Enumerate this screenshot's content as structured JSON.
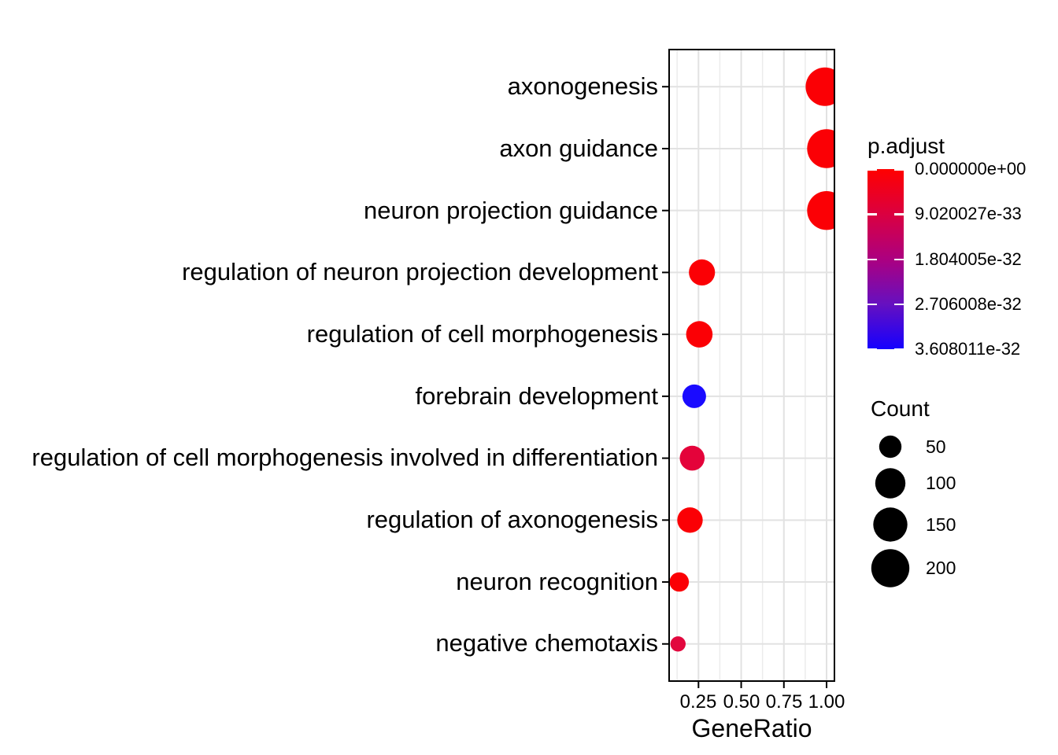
{
  "chart_data": {
    "type": "scatter",
    "subtype": "enrichment-dotplot",
    "title": "",
    "xlabel": "GeneRatio",
    "ylabel": "",
    "xlim": [
      0.078,
      1.046
    ],
    "x_ticks": [
      0.25,
      0.5,
      0.75,
      1.0
    ],
    "x_tick_labels": [
      "0.25",
      "0.50",
      "0.75",
      "1.00"
    ],
    "x_minor_ticks": [
      0.125,
      0.375,
      0.625,
      0.875
    ],
    "grid": "vertical major+minor, horizontal major; light gray on white; black panel border",
    "categories": [
      "axonogenesis",
      "axon guidance",
      "neuron projection guidance",
      "regulation of neuron projection development",
      "regulation of cell morphogenesis",
      "forebrain development",
      "regulation of cell morphogenesis involved in differentiation",
      "regulation of axonogenesis",
      "neuron recognition",
      "negative chemotaxis"
    ],
    "points": [
      {
        "label": "axonogenesis",
        "gene_ratio": 0.99,
        "count": 205,
        "p_adjust": 0,
        "color": "#FB0005",
        "radius_px": 24.5
      },
      {
        "label": "axon guidance",
        "gene_ratio": 1.0,
        "count": 205,
        "p_adjust": 0,
        "color": "#FB0005",
        "radius_px": 24.7
      },
      {
        "label": "neuron projection guidance",
        "gene_ratio": 1.0,
        "count": 205,
        "p_adjust": 0,
        "color": "#FB0005",
        "radius_px": 24.7
      },
      {
        "label": "regulation of neuron projection development",
        "gene_ratio": 0.27,
        "count": 77,
        "p_adjust": 0,
        "color": "#FB0005",
        "radius_px": 16.6
      },
      {
        "label": "regulation of cell morphogenesis",
        "gene_ratio": 0.255,
        "count": 79,
        "p_adjust": 0,
        "color": "#FB0005",
        "radius_px": 16.8
      },
      {
        "label": "forebrain development",
        "gene_ratio": 0.225,
        "count": 58,
        "p_adjust": 3.6e-32,
        "color": "#1A0BFF",
        "radius_px": 15.0
      },
      {
        "label": "regulation of cell morphogenesis involved in differentiation",
        "gene_ratio": 0.213,
        "count": 67,
        "p_adjust": 4.5e-33,
        "color": "#E4033A",
        "radius_px": 15.8
      },
      {
        "label": "regulation of axonogenesis",
        "gene_ratio": 0.2,
        "count": 71,
        "p_adjust": 0,
        "color": "#FB0005",
        "radius_px": 16.2
      },
      {
        "label": "neuron recognition",
        "gene_ratio": 0.137,
        "count": 33,
        "p_adjust": 0,
        "color": "#FB0005",
        "radius_px": 12.3
      },
      {
        "label": "negative chemotaxis",
        "gene_ratio": 0.13,
        "count": 15,
        "p_adjust": 4.5e-33,
        "color": "#E2083E",
        "radius_px": 9.7
      }
    ],
    "legend_p_adjust": {
      "title": "p.adjust",
      "tick_labels": [
        "0.000000e+00",
        "9.020027e-33",
        "1.804005e-32",
        "2.706008e-32",
        "3.608011e-32"
      ],
      "gradient": [
        "#FF0000",
        "#DB0040",
        "#AC0080",
        "#6610C0",
        "#1500FF"
      ],
      "position": "right"
    },
    "legend_count": {
      "title": "Count",
      "entries": [
        {
          "label": "50",
          "count": 50,
          "radius_px": 14.2
        },
        {
          "label": "100",
          "count": 100,
          "radius_px": 19.2
        },
        {
          "label": "150",
          "count": 150,
          "radius_px": 21.7
        },
        {
          "label": "200",
          "count": 200,
          "radius_px": 24.2
        }
      ],
      "circle_color": "#000000",
      "position": "right"
    }
  },
  "colors": {
    "background": "#FFFFFF",
    "panel_border": "#000000",
    "grid_major": "#E2E2E2",
    "grid_minor": "#ECECEC",
    "text": "#000000"
  }
}
